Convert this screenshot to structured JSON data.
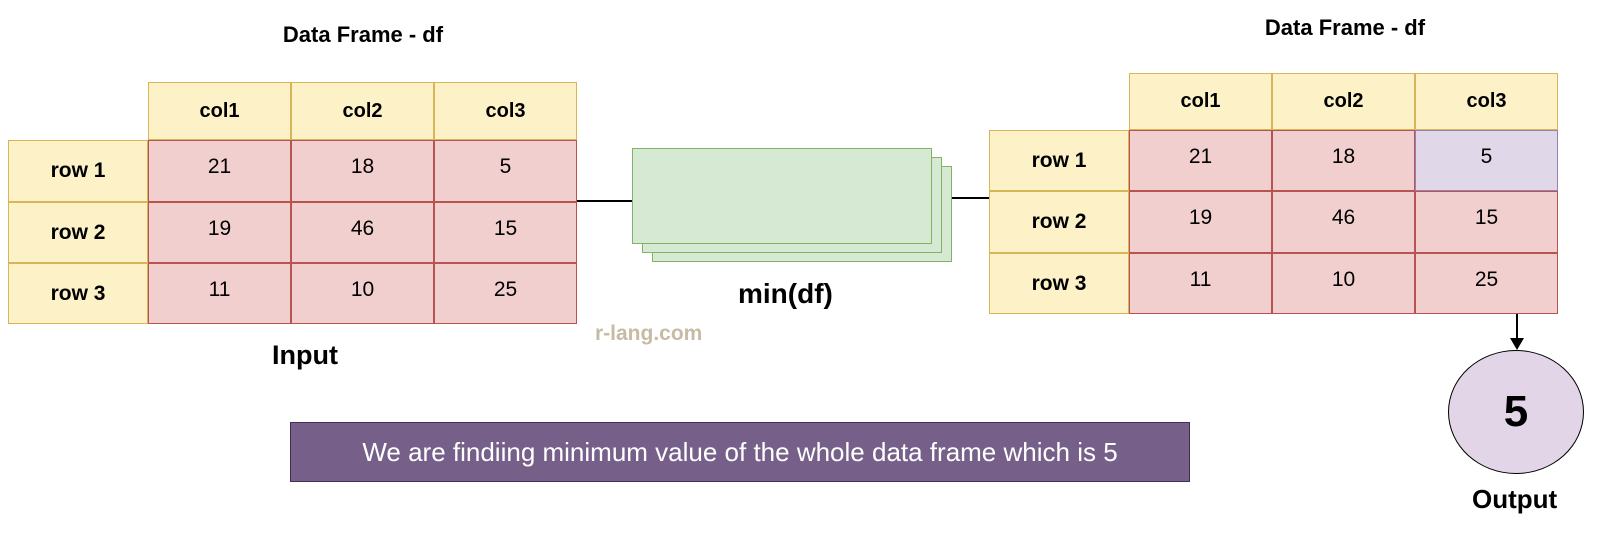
{
  "left_table": {
    "title": "Data Frame - df",
    "columns": [
      "col1",
      "col2",
      "col3"
    ],
    "rows": [
      {
        "label": "row 1",
        "values": [
          "21",
          "18",
          "5"
        ]
      },
      {
        "label": "row 2",
        "values": [
          "19",
          "46",
          "15"
        ]
      },
      {
        "label": "row 3",
        "values": [
          "11",
          "10",
          "25"
        ]
      }
    ],
    "caption": "Input"
  },
  "function_label": "min(df)",
  "watermark": "r-lang.com",
  "right_table": {
    "title": "Data Frame - df",
    "columns": [
      "col1",
      "col2",
      "col3"
    ],
    "rows": [
      {
        "label": "row 1",
        "values": [
          "21",
          "18",
          "5"
        ]
      },
      {
        "label": "row 2",
        "values": [
          "19",
          "46",
          "15"
        ]
      },
      {
        "label": "row 3",
        "values": [
          "11",
          "10",
          "25"
        ]
      }
    ],
    "highlighted_cell": "row 1 / col3"
  },
  "output": {
    "value": "5",
    "label": "Output"
  },
  "banner_text": "We are findiing minimum value of the whole data frame which is 5",
  "colors": {
    "header_fill": "#fdf1c8",
    "value_fill": "#f2cfcf",
    "highlight_fill": "#e0d8e8",
    "process_fill": "#d6ead3",
    "banner_fill": "#76608a",
    "output_fill": "#e1d5e7"
  }
}
